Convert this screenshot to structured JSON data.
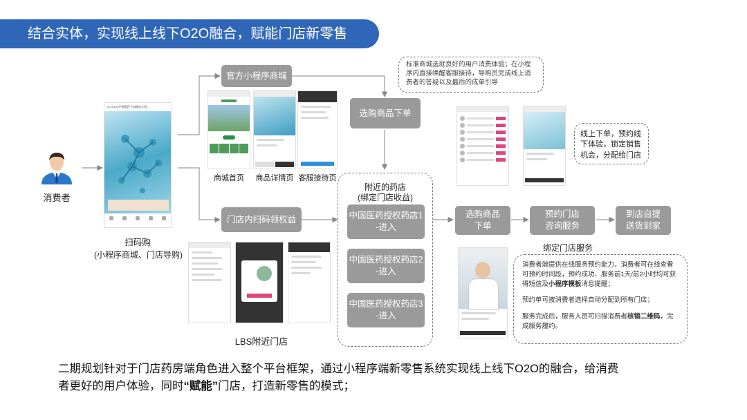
{
  "header": {
    "title": "结合实体，实现线上线下O2O融合，赋能门店新零售"
  },
  "consumer": {
    "label": "消费者"
  },
  "scan_phone": {
    "top_text": "Go.Jinnxx中国医药 为诚服务为您...",
    "title": "扫码购",
    "subtitle": "(小程序商城、门店导购)"
  },
  "branch_top": {
    "label": "官方小程序商城",
    "phones": [
      "商城首页",
      "商品详情页",
      "客服接待页"
    ]
  },
  "branch_bottom": {
    "label": "门店内扫码领权益",
    "caption": "LBS附近门店"
  },
  "select_order_top": {
    "label": "选购商品下单"
  },
  "top_note": {
    "text": "标准商城选就良好的用户消费体验；在小程序内直接唤醒客服接待，导购员完成线上消费者的答疑以及最后的成单引导"
  },
  "nearby": {
    "title_line1": "附近的药店",
    "title_line2": "(绑定门店收益)",
    "stores": [
      {
        "line1": "中国医药授权药店1",
        "line2": "-进入"
      },
      {
        "line1": "中国医药授权药店2",
        "line2": "-进入"
      },
      {
        "line1": "中国医药授权药店3",
        "line2": "-进入"
      }
    ]
  },
  "flow": {
    "step1_line1": "选购商品",
    "step1_line2": "下单",
    "step2_line1": "预约门店",
    "step2_line2": "咨询服务",
    "step3_line1": "到店自提",
    "step3_line2": "送货到家",
    "bind_label": "绑定门店服务"
  },
  "right_note": {
    "text": "线上下单，预约线下体验，锁定销售机会，分配给门店"
  },
  "service_note": {
    "p1_before": "消费者端提供在线服务预约能力，消费者可在线查看可预约时间段，预约成功、服务前1天/前2小时均可获得短信及",
    "p1_bold": "小程序模板",
    "p1_after": "消息提醒；",
    "p2": "预约单可按消费者选择自动分配到所有门店；",
    "p3_before": "服务完成后，服务人员可扫描消费者",
    "p3_bold": "核销二维码",
    "p3_after": "，完成服务履约。"
  },
  "bottom_text": {
    "line1": "二期规划针对于门店药房端角色进入整个平台框架，通过小程序端新零售系统实现线上线下O2O的融合，给消费",
    "line2_before": "者更好的用户体验，同时",
    "line2_bold": "“赋能”",
    "line2_after": "门店，打造新零售的模式；"
  },
  "colors": {
    "banner": "#2f66b8",
    "box": "#9a9a9a",
    "accent_pink": "#e0457b"
  }
}
